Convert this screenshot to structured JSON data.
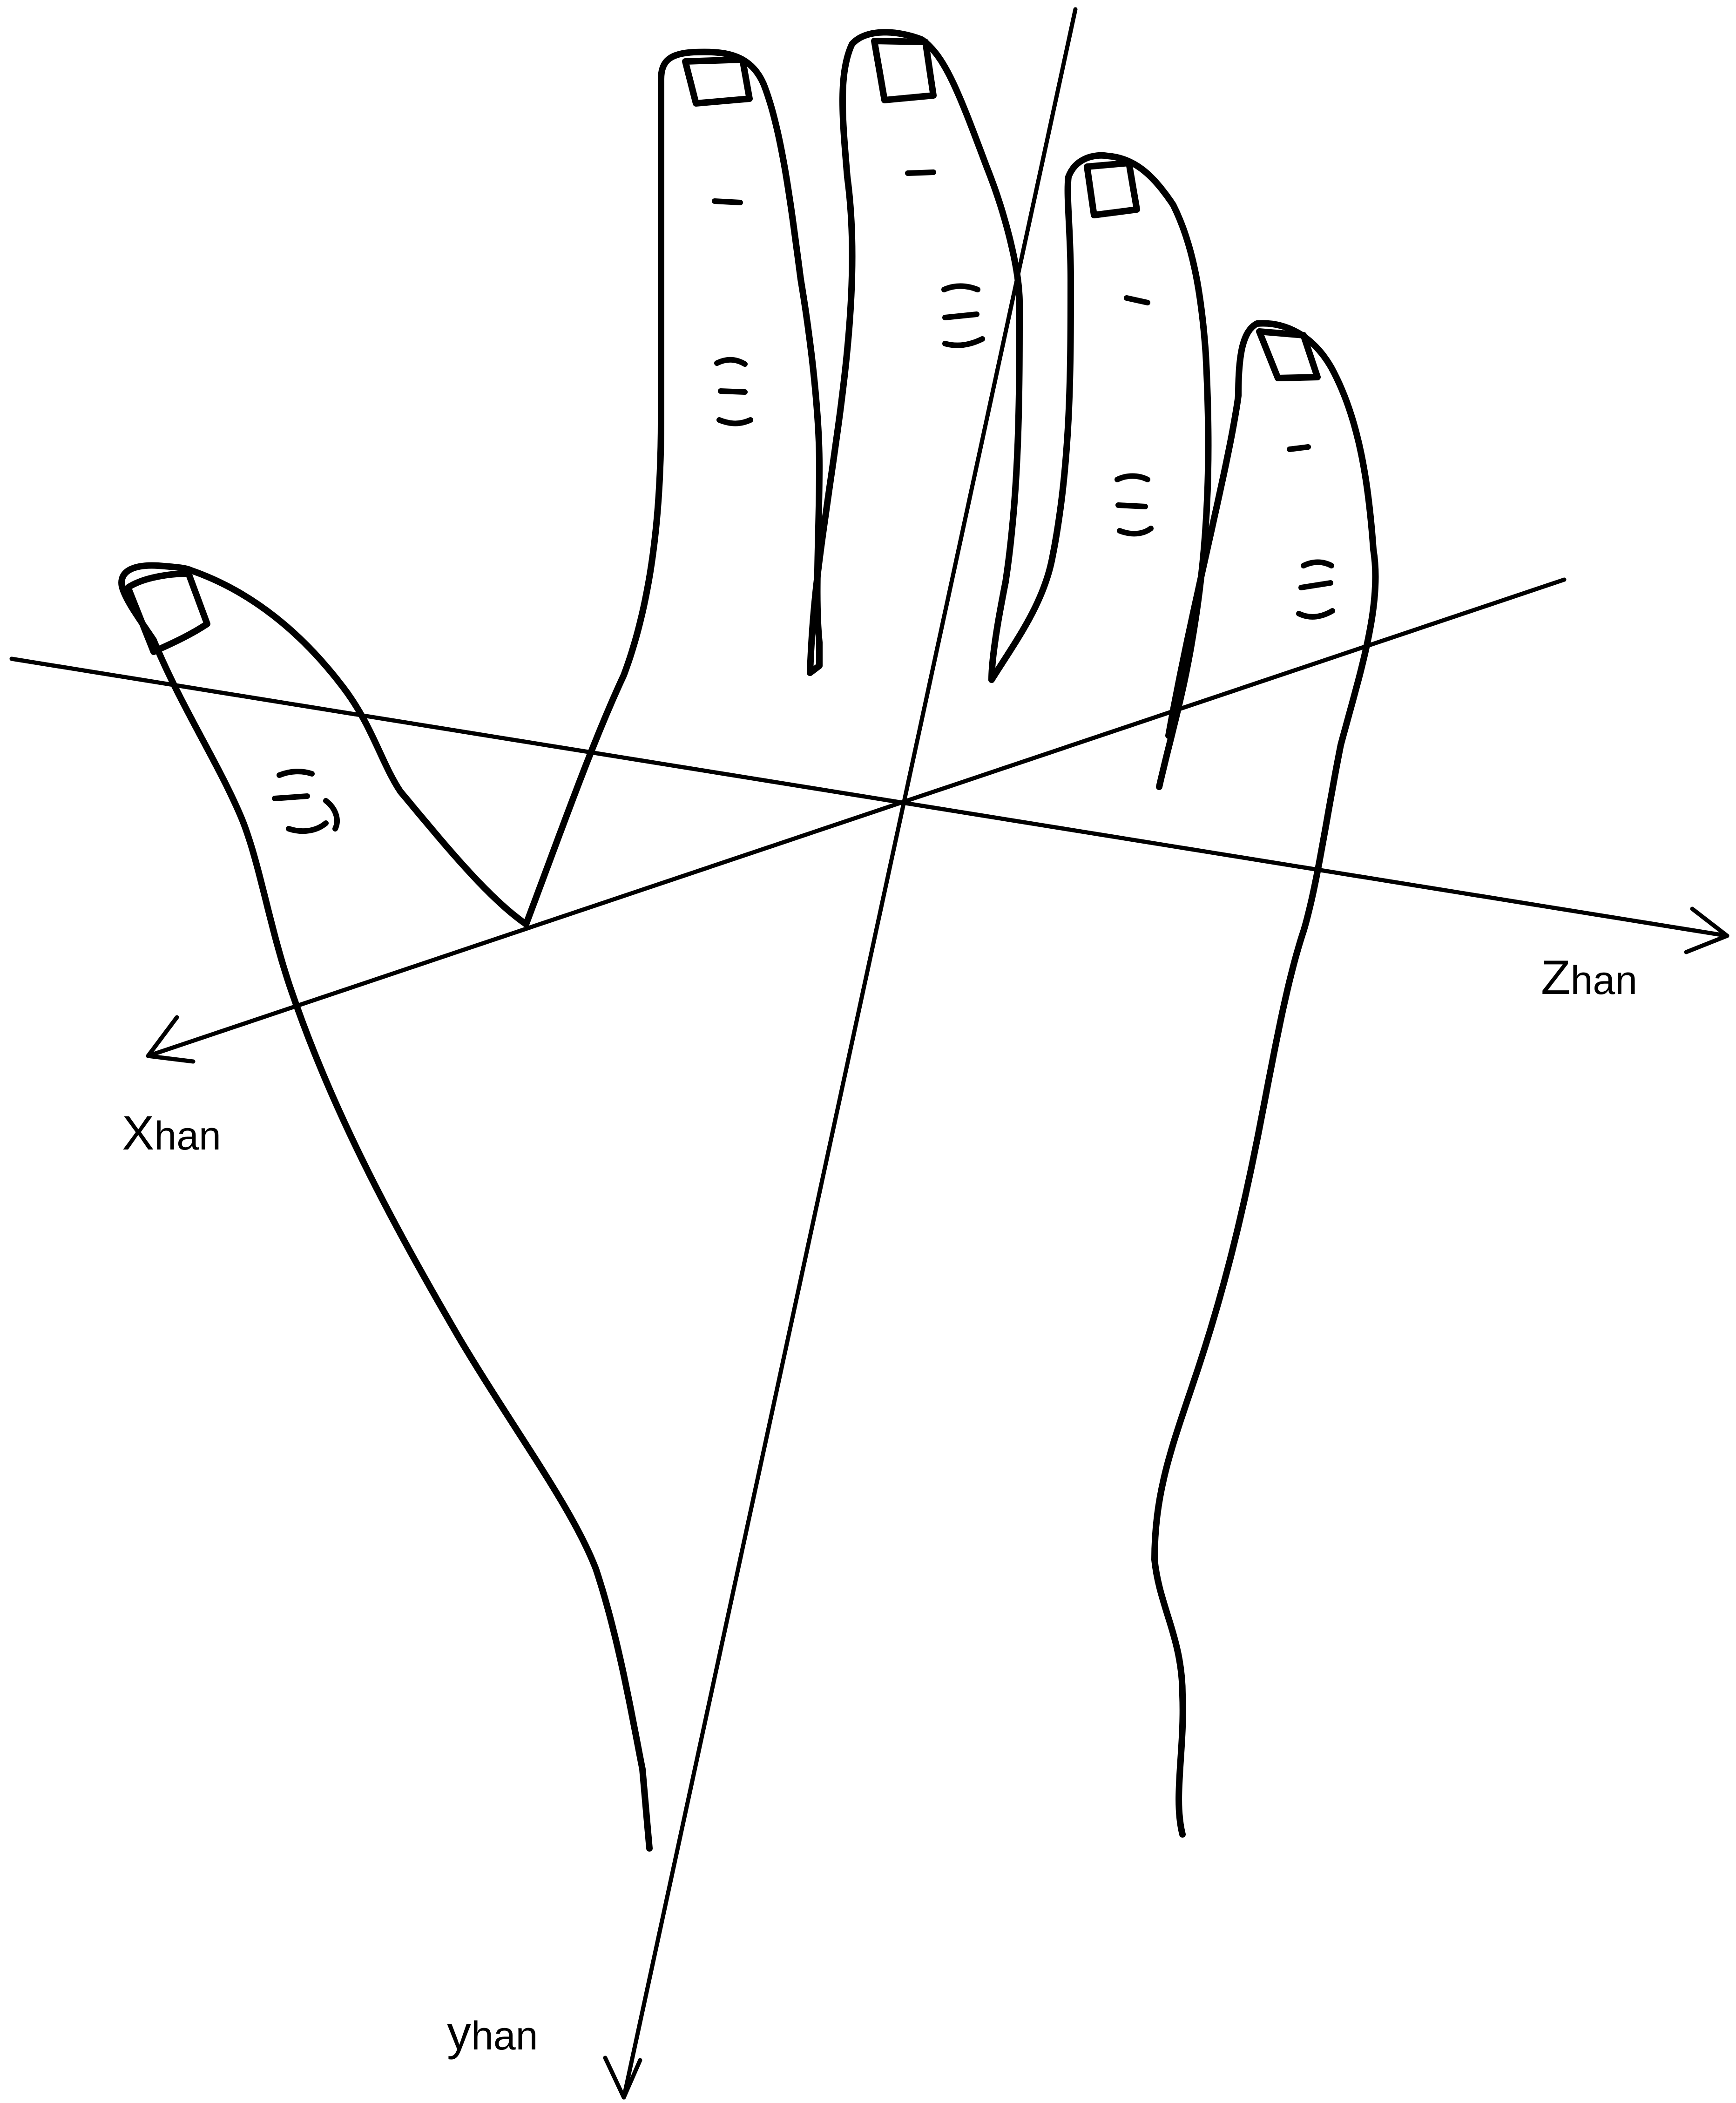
{
  "figure": {
    "colors": {
      "ink": "#000000",
      "background": "#ffffff"
    },
    "axes": [
      {
        "id": "x",
        "main": "X",
        "sub": "han",
        "direction": "lower-left"
      },
      {
        "id": "z",
        "main": "Z",
        "sub": "han",
        "direction": "right"
      },
      {
        "id": "y",
        "main": "y",
        "sub": "han",
        "direction": "down"
      }
    ]
  }
}
